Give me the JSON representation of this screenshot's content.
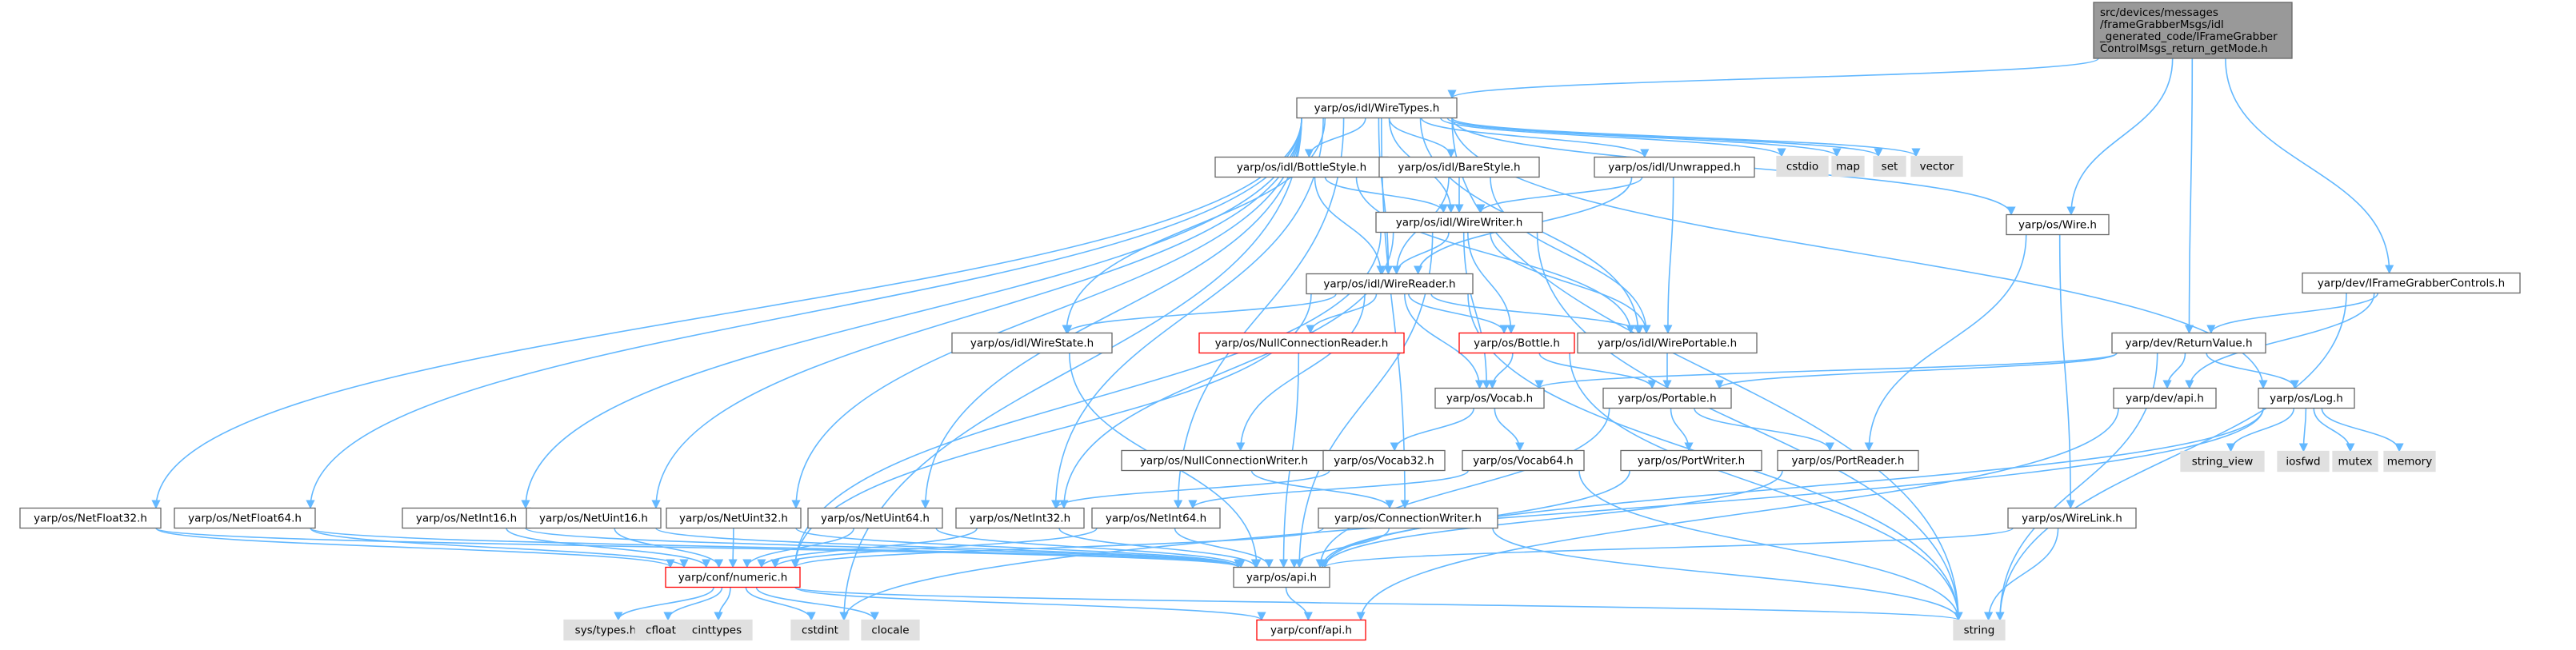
{
  "colors": {
    "edge": "#63b8ff",
    "node_fill": "#ffffff",
    "node_stroke": "#666666",
    "root_fill": "#999999",
    "root_stroke": "#666666",
    "system_fill": "#e0e0e0",
    "system_stroke": "#e0e0e0",
    "truncated_stroke": "#ff0000"
  },
  "nodes": [
    {
      "id": "root",
      "lines": [
        "src/devices/messages",
        "/frameGrabberMsgs/idl",
        "_generated_code/IFrameGrabber",
        "ControlMsgs_return_getMode.h"
      ],
      "kind": "root"
    },
    {
      "id": "wiretypes",
      "lines": [
        "yarp/os/idl/WireTypes.h"
      ],
      "kind": "normal"
    },
    {
      "id": "cstdio",
      "lines": [
        "cstdio"
      ],
      "kind": "system"
    },
    {
      "id": "map",
      "lines": [
        "map"
      ],
      "kind": "system"
    },
    {
      "id": "set",
      "lines": [
        "set"
      ],
      "kind": "system"
    },
    {
      "id": "vector",
      "lines": [
        "vector"
      ],
      "kind": "system"
    },
    {
      "id": "bottlestyle",
      "lines": [
        "yarp/os/idl/BottleStyle.h"
      ],
      "kind": "normal"
    },
    {
      "id": "barestyle",
      "lines": [
        "yarp/os/idl/BareStyle.h"
      ],
      "kind": "normal"
    },
    {
      "id": "unwrapped",
      "lines": [
        "yarp/os/idl/Unwrapped.h"
      ],
      "kind": "normal"
    },
    {
      "id": "wirewriter",
      "lines": [
        "yarp/os/idl/WireWriter.h"
      ],
      "kind": "normal"
    },
    {
      "id": "wire",
      "lines": [
        "yarp/os/Wire.h"
      ],
      "kind": "normal"
    },
    {
      "id": "wirereader",
      "lines": [
        "yarp/os/idl/WireReader.h"
      ],
      "kind": "normal"
    },
    {
      "id": "wirestate",
      "lines": [
        "yarp/os/idl/WireState.h"
      ],
      "kind": "normal"
    },
    {
      "id": "nullconnreader",
      "lines": [
        "yarp/os/NullConnectionReader.h"
      ],
      "kind": "truncated"
    },
    {
      "id": "bottle",
      "lines": [
        "yarp/os/Bottle.h"
      ],
      "kind": "truncated"
    },
    {
      "id": "wireportable",
      "lines": [
        "yarp/os/idl/WirePortable.h"
      ],
      "kind": "normal"
    },
    {
      "id": "framegrabbercontrols",
      "lines": [
        "yarp/dev/IFrameGrabberControls.h"
      ],
      "kind": "normal"
    },
    {
      "id": "returnvalue",
      "lines": [
        "yarp/dev/ReturnValue.h"
      ],
      "kind": "normal"
    },
    {
      "id": "vocab",
      "lines": [
        "yarp/os/Vocab.h"
      ],
      "kind": "normal"
    },
    {
      "id": "portable",
      "lines": [
        "yarp/os/Portable.h"
      ],
      "kind": "normal"
    },
    {
      "id": "devapi",
      "lines": [
        "yarp/dev/api.h"
      ],
      "kind": "normal"
    },
    {
      "id": "log",
      "lines": [
        "yarp/os/Log.h"
      ],
      "kind": "normal"
    },
    {
      "id": "nullconnwriter",
      "lines": [
        "yarp/os/NullConnectionWriter.h"
      ],
      "kind": "normal"
    },
    {
      "id": "vocab32",
      "lines": [
        "yarp/os/Vocab32.h"
      ],
      "kind": "normal"
    },
    {
      "id": "vocab64",
      "lines": [
        "yarp/os/Vocab64.h"
      ],
      "kind": "normal"
    },
    {
      "id": "portwriter",
      "lines": [
        "yarp/os/PortWriter.h"
      ],
      "kind": "normal"
    },
    {
      "id": "portreader",
      "lines": [
        "yarp/os/PortReader.h"
      ],
      "kind": "normal"
    },
    {
      "id": "string_view",
      "lines": [
        "string_view"
      ],
      "kind": "system"
    },
    {
      "id": "iosfwd",
      "lines": [
        "iosfwd"
      ],
      "kind": "system"
    },
    {
      "id": "mutex",
      "lines": [
        "mutex"
      ],
      "kind": "system"
    },
    {
      "id": "memory",
      "lines": [
        "memory"
      ],
      "kind": "system"
    },
    {
      "id": "netfloat32",
      "lines": [
        "yarp/os/NetFloat32.h"
      ],
      "kind": "normal"
    },
    {
      "id": "netfloat64",
      "lines": [
        "yarp/os/NetFloat64.h"
      ],
      "kind": "normal"
    },
    {
      "id": "netint16",
      "lines": [
        "yarp/os/NetInt16.h"
      ],
      "kind": "normal"
    },
    {
      "id": "netuint16",
      "lines": [
        "yarp/os/NetUint16.h"
      ],
      "kind": "normal"
    },
    {
      "id": "netuint32",
      "lines": [
        "yarp/os/NetUint32.h"
      ],
      "kind": "normal"
    },
    {
      "id": "netuint64",
      "lines": [
        "yarp/os/NetUint64.h"
      ],
      "kind": "normal"
    },
    {
      "id": "netint32",
      "lines": [
        "yarp/os/NetInt32.h"
      ],
      "kind": "normal"
    },
    {
      "id": "netint64",
      "lines": [
        "yarp/os/NetInt64.h"
      ],
      "kind": "normal"
    },
    {
      "id": "connwriter",
      "lines": [
        "yarp/os/ConnectionWriter.h"
      ],
      "kind": "normal"
    },
    {
      "id": "wirelink",
      "lines": [
        "yarp/os/WireLink.h"
      ],
      "kind": "normal"
    },
    {
      "id": "numeric",
      "lines": [
        "yarp/conf/numeric.h"
      ],
      "kind": "truncated"
    },
    {
      "id": "osapi",
      "lines": [
        "yarp/os/api.h"
      ],
      "kind": "normal"
    },
    {
      "id": "string",
      "lines": [
        "string"
      ],
      "kind": "system"
    },
    {
      "id": "systypes",
      "lines": [
        "sys/types.h"
      ],
      "kind": "system"
    },
    {
      "id": "cfloat",
      "lines": [
        "cfloat"
      ],
      "kind": "system"
    },
    {
      "id": "cinttypes",
      "lines": [
        "cinttypes"
      ],
      "kind": "system"
    },
    {
      "id": "cstdint",
      "lines": [
        "cstdint"
      ],
      "kind": "system"
    },
    {
      "id": "clocale",
      "lines": [
        "clocale"
      ],
      "kind": "system"
    },
    {
      "id": "confapi",
      "lines": [
        "yarp/conf/api.h"
      ],
      "kind": "truncated"
    }
  ],
  "edges": [
    [
      "root",
      "wiretypes"
    ],
    [
      "root",
      "wire"
    ],
    [
      "root",
      "returnvalue"
    ],
    [
      "root",
      "framegrabbercontrols"
    ],
    [
      "wiretypes",
      "cstdio"
    ],
    [
      "wiretypes",
      "map"
    ],
    [
      "wiretypes",
      "set"
    ],
    [
      "wiretypes",
      "vector"
    ],
    [
      "wiretypes",
      "bottlestyle"
    ],
    [
      "wiretypes",
      "barestyle"
    ],
    [
      "wiretypes",
      "unwrapped"
    ],
    [
      "wiretypes",
      "wirewriter"
    ],
    [
      "wiretypes",
      "wirereader"
    ],
    [
      "wiretypes",
      "wirestate"
    ],
    [
      "wiretypes",
      "wireportable"
    ],
    [
      "wiretypes",
      "wire"
    ],
    [
      "wiretypes",
      "log"
    ],
    [
      "wiretypes",
      "netfloat32"
    ],
    [
      "wiretypes",
      "netfloat64"
    ],
    [
      "wiretypes",
      "netint16"
    ],
    [
      "wiretypes",
      "netuint16"
    ],
    [
      "wiretypes",
      "netuint32"
    ],
    [
      "wiretypes",
      "netuint64"
    ],
    [
      "wiretypes",
      "netint32"
    ],
    [
      "wiretypes",
      "netint64"
    ],
    [
      "wiretypes",
      "connwriter"
    ],
    [
      "wiretypes",
      "string"
    ],
    [
      "wiretypes",
      "cstdint"
    ],
    [
      "bottlestyle",
      "wirereader"
    ],
    [
      "bottlestyle",
      "wirewriter"
    ],
    [
      "bottlestyle",
      "wireportable"
    ],
    [
      "barestyle",
      "wirereader"
    ],
    [
      "barestyle",
      "wirewriter"
    ],
    [
      "barestyle",
      "wireportable"
    ],
    [
      "unwrapped",
      "wirereader"
    ],
    [
      "unwrapped",
      "wirewriter"
    ],
    [
      "unwrapped",
      "wireportable"
    ],
    [
      "wirewriter",
      "wirereader"
    ],
    [
      "wirewriter",
      "wireportable"
    ],
    [
      "wirewriter",
      "bottle"
    ],
    [
      "wirewriter",
      "vocab"
    ],
    [
      "wirewriter",
      "string"
    ],
    [
      "wirewriter",
      "numeric"
    ],
    [
      "wirewriter",
      "netint32"
    ],
    [
      "wirewriter",
      "osapi"
    ],
    [
      "wirereader",
      "wirestate"
    ],
    [
      "wirereader",
      "nullconnreader"
    ],
    [
      "wirereader",
      "bottle"
    ],
    [
      "wirereader",
      "wireportable"
    ],
    [
      "wirereader",
      "vocab"
    ],
    [
      "wirereader",
      "nullconnwriter"
    ],
    [
      "wirereader",
      "numeric"
    ],
    [
      "wirereader",
      "string"
    ],
    [
      "wire",
      "portreader"
    ],
    [
      "wire",
      "wirelink"
    ],
    [
      "wirestate",
      "osapi"
    ],
    [
      "nullconnreader",
      "osapi"
    ],
    [
      "bottle",
      "portable"
    ],
    [
      "bottle",
      "vocab"
    ],
    [
      "bottle",
      "string"
    ],
    [
      "wireportable",
      "portable"
    ],
    [
      "framegrabbercontrols",
      "returnvalue"
    ],
    [
      "framegrabbercontrols",
      "devapi"
    ],
    [
      "framegrabbercontrols",
      "string"
    ],
    [
      "returnvalue",
      "vocab"
    ],
    [
      "returnvalue",
      "portable"
    ],
    [
      "returnvalue",
      "devapi"
    ],
    [
      "returnvalue",
      "log"
    ],
    [
      "returnvalue",
      "string"
    ],
    [
      "vocab",
      "vocab32"
    ],
    [
      "vocab",
      "vocab64"
    ],
    [
      "vocab32",
      "netint32"
    ],
    [
      "vocab64",
      "netint64"
    ],
    [
      "vocab64",
      "string"
    ],
    [
      "portable",
      "portwriter"
    ],
    [
      "portable",
      "portreader"
    ],
    [
      "portable",
      "osapi"
    ],
    [
      "devapi",
      "confapi"
    ],
    [
      "log",
      "string_view"
    ],
    [
      "log",
      "iosfwd"
    ],
    [
      "log",
      "mutex"
    ],
    [
      "log",
      "memory"
    ],
    [
      "log",
      "osapi"
    ],
    [
      "log",
      "cstdint"
    ],
    [
      "nullconnwriter",
      "connwriter"
    ],
    [
      "portwriter",
      "osapi"
    ],
    [
      "portreader",
      "osapi"
    ],
    [
      "netfloat32",
      "numeric"
    ],
    [
      "netfloat32",
      "osapi"
    ],
    [
      "netfloat64",
      "numeric"
    ],
    [
      "netfloat64",
      "osapi"
    ],
    [
      "netint16",
      "numeric"
    ],
    [
      "netint16",
      "osapi"
    ],
    [
      "netuint16",
      "numeric"
    ],
    [
      "netuint16",
      "osapi"
    ],
    [
      "netuint32",
      "numeric"
    ],
    [
      "netuint32",
      "osapi"
    ],
    [
      "netuint64",
      "numeric"
    ],
    [
      "netuint64",
      "osapi"
    ],
    [
      "netint32",
      "numeric"
    ],
    [
      "netint32",
      "osapi"
    ],
    [
      "netint64",
      "numeric"
    ],
    [
      "netint64",
      "osapi"
    ],
    [
      "connwriter",
      "osapi"
    ],
    [
      "connwriter",
      "numeric"
    ],
    [
      "connwriter",
      "string"
    ],
    [
      "wirelink",
      "osapi"
    ],
    [
      "wirelink",
      "string"
    ],
    [
      "numeric",
      "systypes"
    ],
    [
      "numeric",
      "cfloat"
    ],
    [
      "numeric",
      "cinttypes"
    ],
    [
      "numeric",
      "cstdint"
    ],
    [
      "numeric",
      "clocale"
    ],
    [
      "numeric",
      "string"
    ],
    [
      "numeric",
      "confapi"
    ],
    [
      "osapi",
      "confapi"
    ]
  ]
}
